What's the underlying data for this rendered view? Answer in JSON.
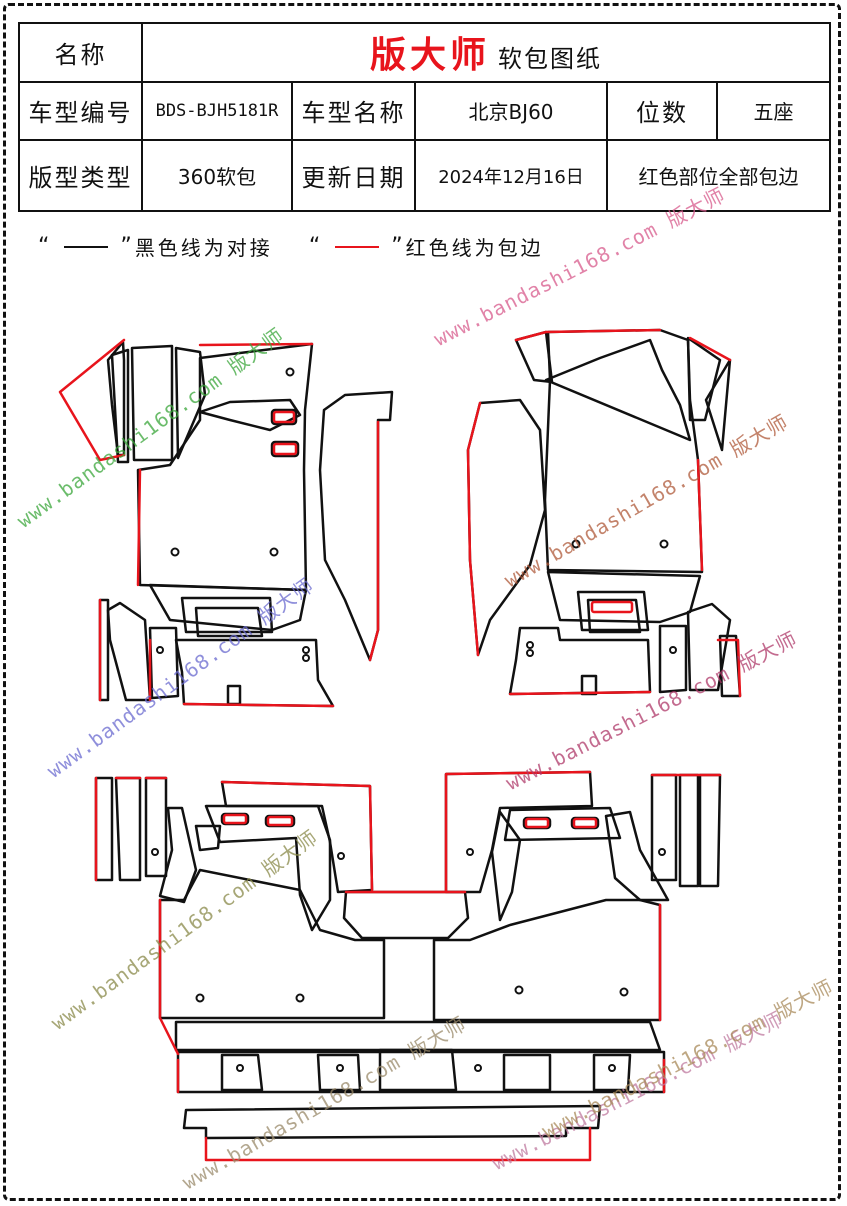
{
  "header": {
    "name_label": "名称",
    "brand": "版大师",
    "doc_title": "软包图纸",
    "model_code_label": "车型编号",
    "model_code": "BDS-BJH5181R",
    "model_name_label": "车型名称",
    "model_name": "北京BJ60",
    "seats_label": "位数",
    "seats": "五座",
    "type_label": "版型类型",
    "type": "360软包",
    "date_label": "更新日期",
    "date": "2024年12月16日",
    "note": "红色部位全部包边"
  },
  "legend": {
    "open_quote": "“",
    "close_quote": "”",
    "black_text": "黑色线为对接",
    "red_text": "红色线为包边"
  },
  "colors": {
    "black_line": "#111111",
    "red_line": "#e8141c"
  },
  "watermarks": [
    {
      "text": "www.bandashi168.com 版大师",
      "color": "#d85a8c"
    },
    {
      "text": "www.bandashi168.com 版大师",
      "color": "#3aa63a"
    },
    {
      "text": "www.bandashi168.com 版大师",
      "color": "#b05a3a"
    },
    {
      "text": "www.bandashi168.com 版大师",
      "color": "#6a6acf"
    },
    {
      "text": "www.bandashi168.com 版大师",
      "color": "#b03a6a"
    },
    {
      "text": "www.bandashi168.com 版大师",
      "color": "#8a8a4a"
    },
    {
      "text": "www.bandashi168.com 版大师",
      "color": "#c07aa0"
    },
    {
      "text": "www.bandashi168.com 版大师",
      "color": "#9a8a6a"
    },
    {
      "text": "www.bandashi168.com 版大师",
      "color": "#a98a5a"
    }
  ]
}
